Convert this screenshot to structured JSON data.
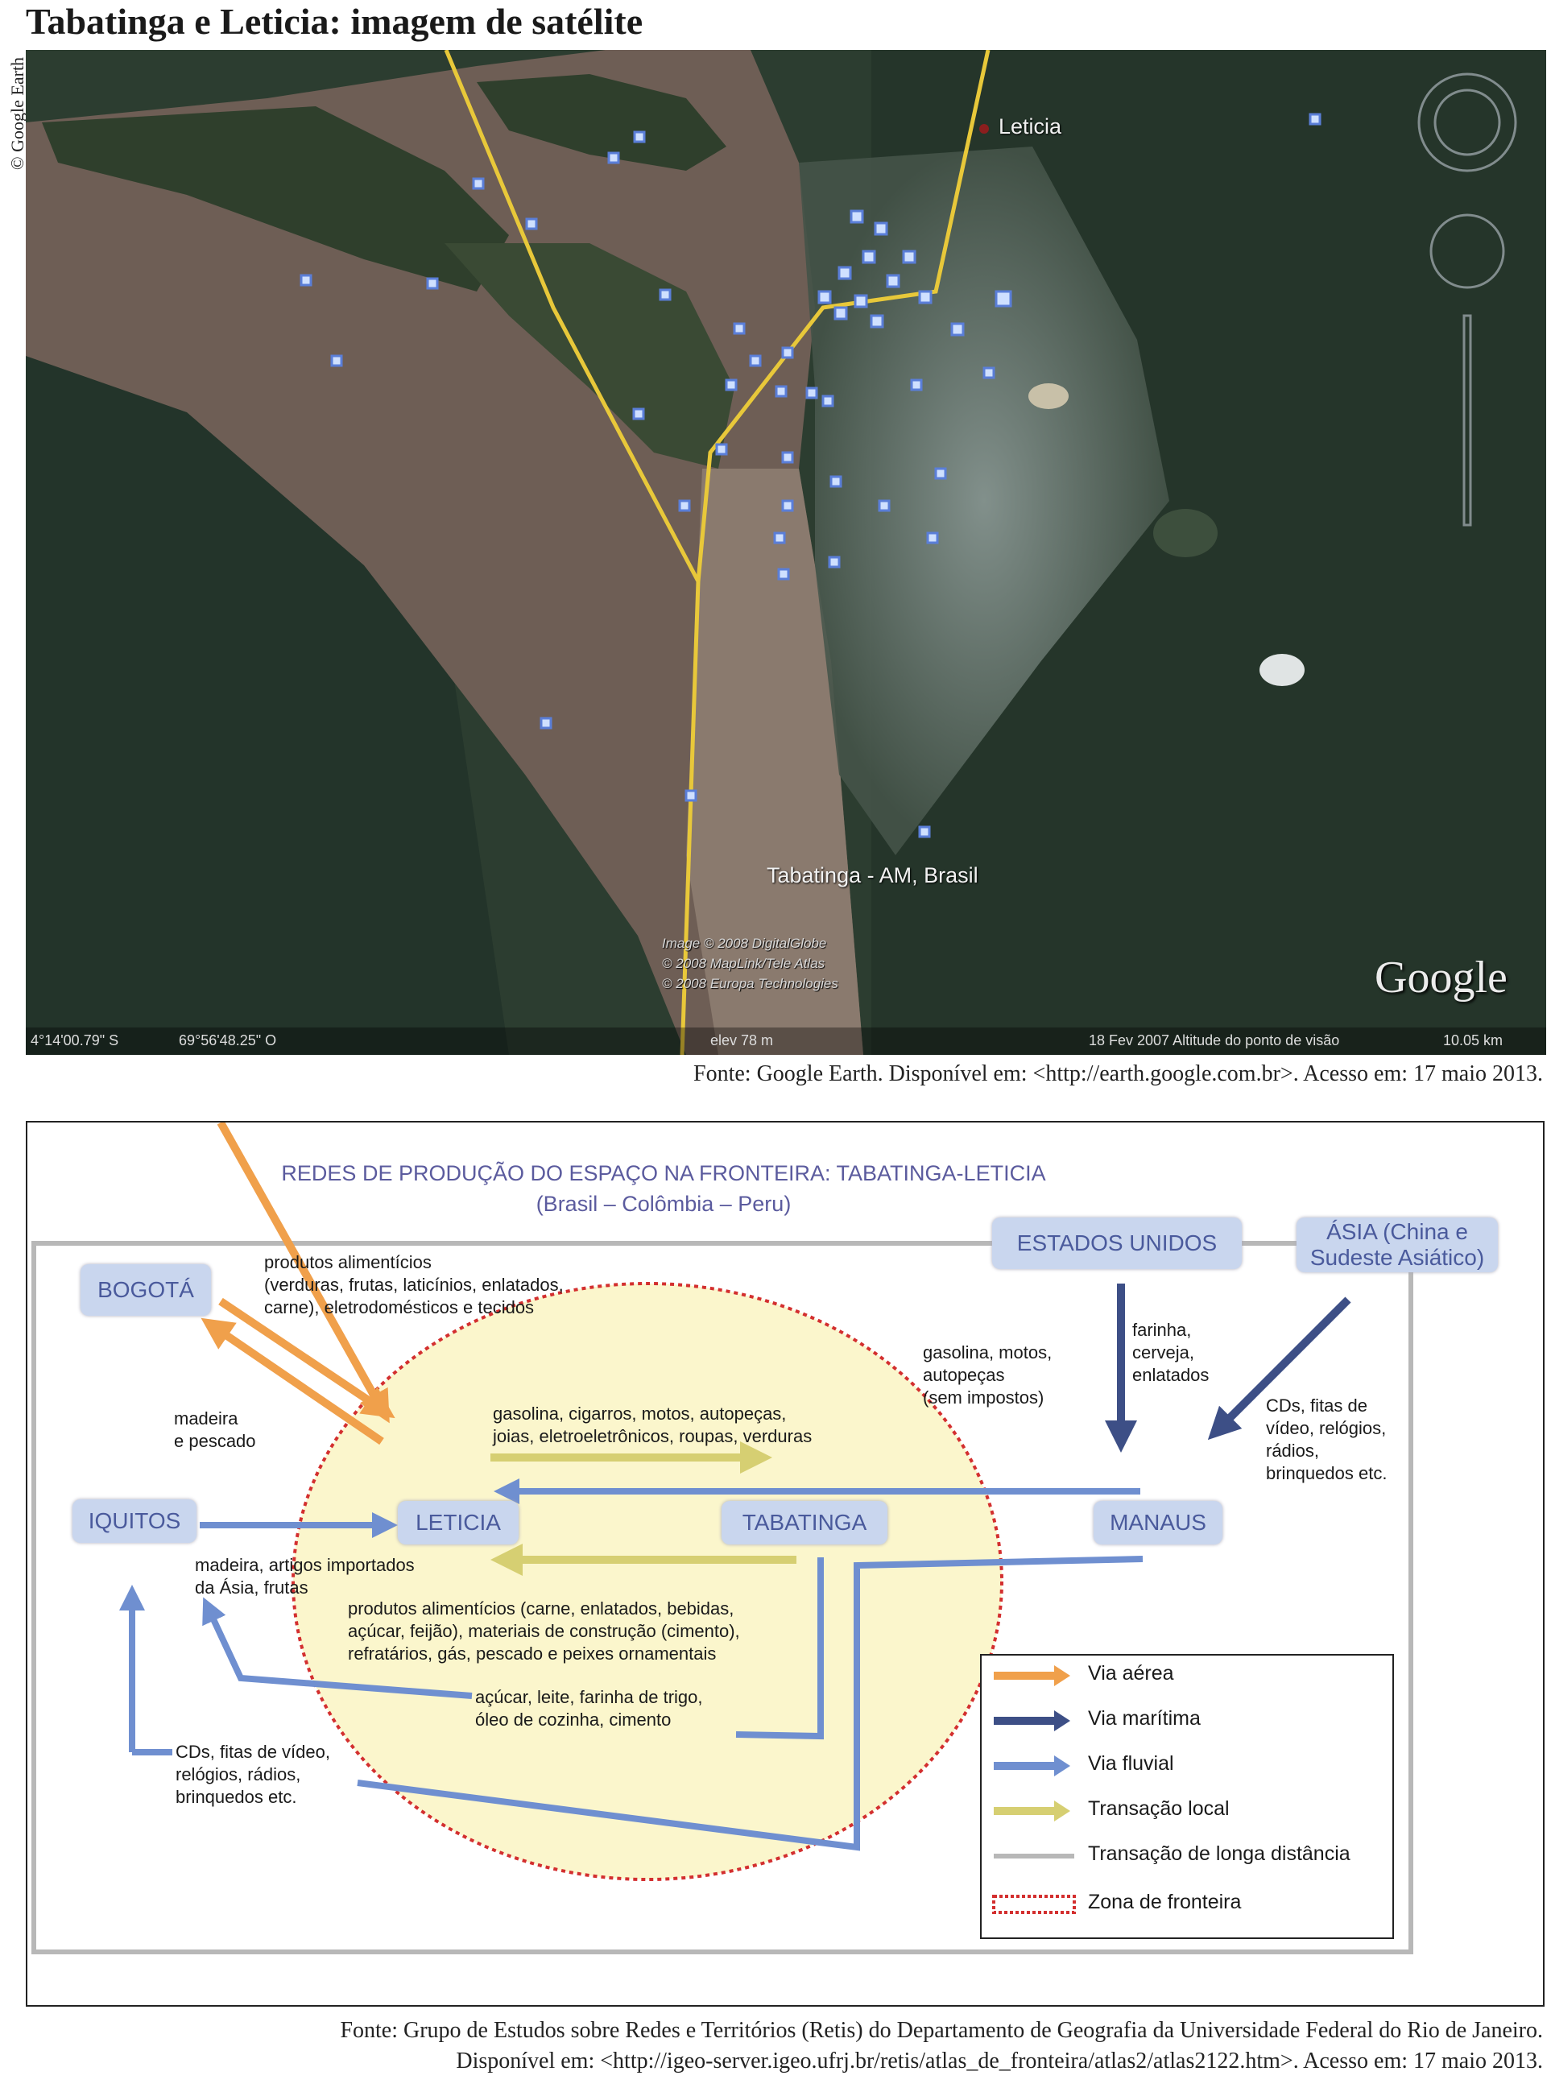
{
  "page_title": "Tabatinga e Leticia: imagem de satélite",
  "copyright": "© Google Earth",
  "satellite": {
    "labels": {
      "leticia": "Leticia",
      "tabatinga": "Tabatinga - AM, Brasil"
    },
    "credits": [
      "Image © 2008 DigitalGlobe",
      "© 2008 MapLink/Tele Atlas",
      "© 2008 Europa Technologies"
    ],
    "logo": "Google",
    "status": {
      "lat": "4°14'00.79\" S",
      "lon": "69°56'48.25\" O",
      "elev": "elev   78 m",
      "date_alt": "18 Fev 2007 Altitude do ponto de visão",
      "range": "10.05 km"
    }
  },
  "source_1": "Fonte: Google Earth. Disponível em: <http://earth.google.com.br>. Acesso em: 17 maio 2013.",
  "diagram": {
    "title": "REDES DE PRODUÇÃO DO ESPAÇO NA FRONTEIRA: TABATINGA-LETICIA",
    "subtitle": "(Brasil – Colômbia – Peru)",
    "nodes": {
      "bogota": "BOGOTÁ",
      "estados_unidos": "ESTADOS UNIDOS",
      "asia": "ÁSIA (China e Sudeste Asiático)",
      "iquitos": "IQUITOS",
      "leticia": "LETICIA",
      "tabatinga": "TABATINGA",
      "manaus": "MANAUS"
    },
    "annotations": {
      "bogota_goods": "produtos alimentícios\n(verduras, frutas, laticínios, enlatados,\ncarne), eletrodomésticos e tecidos",
      "madeira_pescado": "madeira\ne pescado",
      "gasolina_local": "gasolina, cigarros, motos, autopeças,\njoias, eletroeletrônicos, roupas, verduras",
      "manaus_gasolina": "gasolina, motos,\nautopeças\n(sem impostos)",
      "usa_goods": "farinha,\ncerveja,\nenlatados",
      "asia_goods": "CDs, fitas de\nvídeo, relógios,\nrádios,\nbrinquedos etc.",
      "iquitos_goods": "madeira, artigos importados\nda Ásia, frutas",
      "tabatinga_goods": "produtos alimentícios (carne, enlatados, bebidas,\naçúcar, feijão), materiais de construção (cimento),\nrefratários, gás, pescado e peixes ornamentais",
      "acucar": "açúcar, leite, farinha de trigo,\nóleo de cozinha, cimento",
      "cds_iquitos": "CDs, fitas de vídeo,\nrelógios, rádios,\nbrinquedos etc."
    },
    "legend": [
      {
        "label": "Via aérea",
        "color": "#f0a04b"
      },
      {
        "label": "Via marítima",
        "color": "#3d4f86"
      },
      {
        "label": "Via fluvial",
        "color": "#6f8fd0"
      },
      {
        "label": "Transação local",
        "color": "#d6cf72"
      },
      {
        "label": "Transação de longa distância",
        "color": "#b8b8b8"
      },
      {
        "label": "Zona de fronteira",
        "color": "#d32f2f"
      }
    ]
  },
  "source_2": "Fonte: Grupo de Estudos sobre Redes e Territórios (Retis) do Departamento de Geografia da Universidade Federal do Rio de Janeiro.\nDisponível em: <http://igeo-server.igeo.ufrj.br/retis/atlas_de_fronteira/atlas2/atlas2122.htm>. Acesso em: 17 maio 2013."
}
